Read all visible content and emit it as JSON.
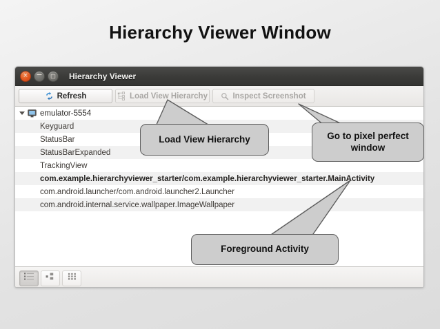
{
  "slide": {
    "title": "Hierarchy Viewer Window"
  },
  "window": {
    "title": "Hierarchy Viewer",
    "controls": {
      "close": "close-button",
      "close_glyph": "×",
      "minimize": "minimize-button",
      "minimize_glyph": "−",
      "maximize": "maximize-button",
      "maximize_glyph": "□"
    },
    "toolbar": {
      "refresh_label": "Refresh",
      "refresh_icon": "refresh-icon",
      "load_label": "Load View Hierarchy",
      "load_icon": "hierarchy-icon",
      "load_enabled": false,
      "inspect_label": "Inspect Screenshot",
      "inspect_icon": "magnifier-icon",
      "inspect_enabled": false
    },
    "tree": {
      "root": {
        "label": "emulator-5554",
        "icon": "device-monitor-icon",
        "expanded": true
      },
      "children": [
        {
          "label": "Keyguard",
          "bold": false
        },
        {
          "label": "StatusBar",
          "bold": false
        },
        {
          "label": "StatusBarExpanded",
          "bold": false
        },
        {
          "label": "TrackingView",
          "bold": false
        },
        {
          "label": "com.example.hierarchyviewer_starter/com.example.hierarchyviewer_starter.MainActivity",
          "bold": true
        },
        {
          "label": "com.android.launcher/com.android.launcher2.Launcher",
          "bold": false
        },
        {
          "label": "com.android.internal.service.wallpaper.ImageWallpaper",
          "bold": false
        }
      ]
    },
    "bottombar": {
      "buttons": [
        {
          "name": "tree-view-button",
          "icon": "list-view-icon",
          "selected": true
        },
        {
          "name": "detail-view-button",
          "icon": "tile-view-icon",
          "selected": false
        },
        {
          "name": "grid-view-button",
          "icon": "grid-view-icon",
          "selected": false
        }
      ]
    }
  },
  "callouts": [
    {
      "id": "load-view-hierarchy",
      "text": "Load View Hierarchy"
    },
    {
      "id": "pixel-perfect",
      "text": "Go to pixel perfect window"
    },
    {
      "id": "foreground-activity",
      "text": "Foreground Activity"
    }
  ],
  "colors": {
    "callout_fill": "#cdcdcd",
    "callout_stroke": "#5d5d5d",
    "titlebar": "#3b3b39",
    "close_button": "#e2571e",
    "row_stripe": "#f1f1f1"
  }
}
